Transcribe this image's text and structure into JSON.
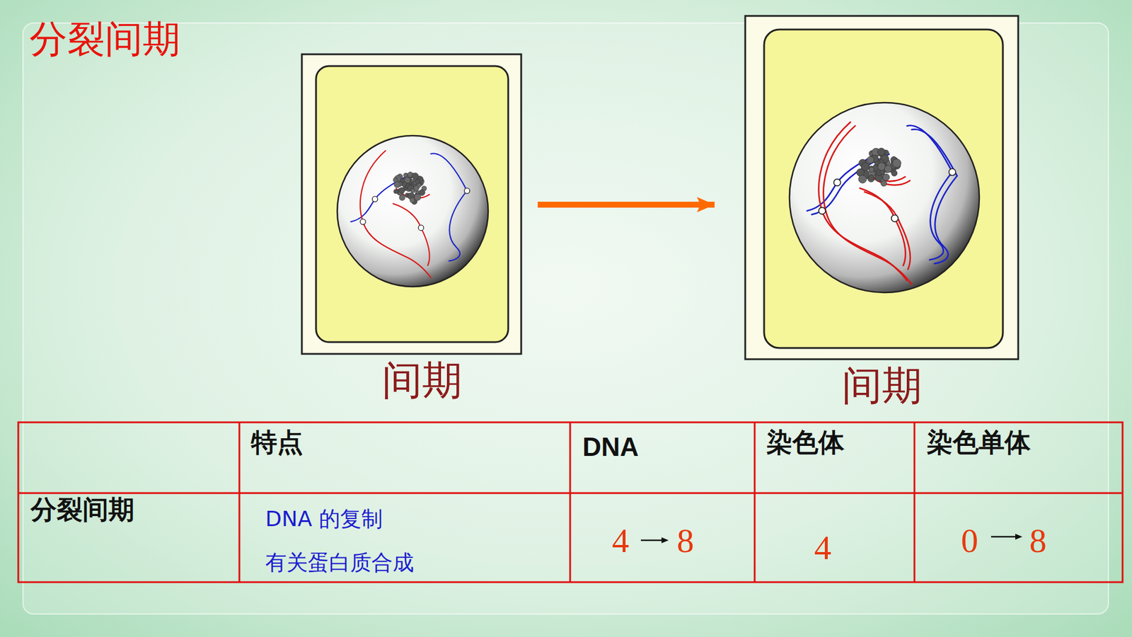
{
  "diagram": {
    "title": "分裂间期",
    "nodes": [
      {
        "text": [
          "间期"
        ]
      },
      {
        "text": [
          "间期"
        ]
      }
    ],
    "edges": [
      {
        "from": 0,
        "to": 1,
        "arrow": "to"
      }
    ],
    "labels": [
      "特点",
      "DNA",
      "染色体",
      "染色单体",
      "分裂间期",
      "DNA 的复制",
      "有关蛋白质合成",
      "4",
      "8",
      "4",
      "0",
      "8"
    ]
  }
}
